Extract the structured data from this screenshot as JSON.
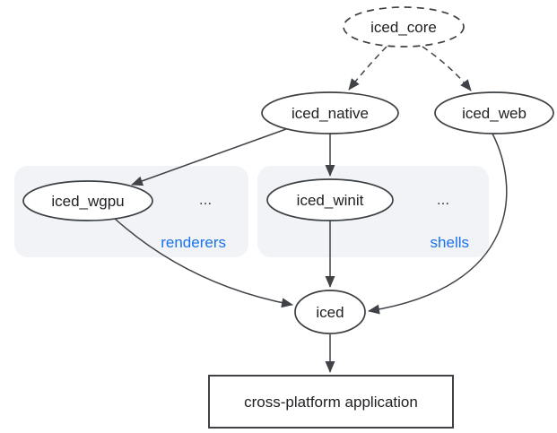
{
  "diagram": {
    "nodes": {
      "iced_core": "iced_core",
      "iced_native": "iced_native",
      "iced_web": "iced_web",
      "iced_wgpu": "iced_wgpu",
      "iced_winit": "iced_winit",
      "iced": "iced",
      "app": "cross-platform application"
    },
    "groups": {
      "renderers": {
        "label": "renderers",
        "more": "..."
      },
      "shells": {
        "label": "shells",
        "more": "..."
      }
    }
  },
  "colors": {
    "background": "#ffffff",
    "group_fill": "#f1f3f7",
    "node_stroke": "#3c4043",
    "edge_stroke": "#3f4347",
    "text": "#202124",
    "group_label_blue": "#1a73e8"
  }
}
